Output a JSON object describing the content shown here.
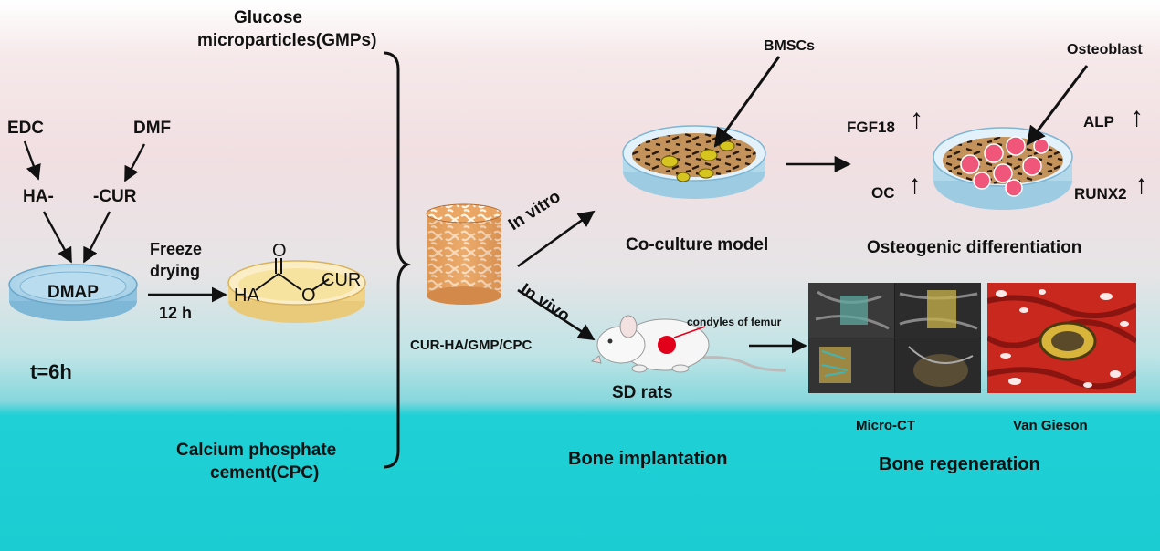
{
  "left": {
    "edc": "EDC",
    "dmf": "DMF",
    "ha": "HA-",
    "cur": "-CUR",
    "dmap": "DMAP",
    "time": "t=6h",
    "freeze": "Freeze",
    "drying": "drying",
    "hours": "12 h"
  },
  "molecule": {
    "ha": "HA",
    "o_top": "O",
    "o_mid": "O",
    "cur": "CUR"
  },
  "components": {
    "glucose_1": "Glucose",
    "glucose_2": "microparticles(GMPs)",
    "cpc_1": "Calcium phosphate",
    "cpc_2": "cement(CPC)"
  },
  "scaffold_label": "CUR-HA/GMP/CPC",
  "in_vitro": {
    "arrow_label": "In vitro",
    "bmscs": "BMSCs",
    "model": "Co-culture model",
    "osteoblast": "Osteoblast",
    "fgf18": "FGF18",
    "oc": "OC",
    "alp": "ALP",
    "runx2": "RUNX2",
    "up_arrow": "↑",
    "result": "Osteogenic differentiation"
  },
  "in_vivo": {
    "arrow_label": "In vivo",
    "femur": "condyles of femur",
    "rats": "SD rats",
    "implant": "Bone implantation",
    "micro_ct": "Micro-CT",
    "van_gieson": "Van Gieson",
    "result": "Bone regeneration"
  },
  "colors": {
    "dish_blue": "#a9d4ea",
    "dish_yellow": "#f7e3a0",
    "scaffold": "#e49a57",
    "cell_pink": "#f0567a",
    "histo_red": "#c8281e",
    "rat_dot": "#e0001a"
  }
}
